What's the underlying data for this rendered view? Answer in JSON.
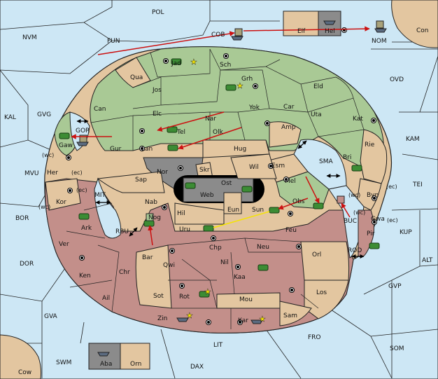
{
  "map": {
    "colors": {
      "sea": "#cde7f5",
      "green": "#a9c995",
      "tan": "#e3c6a0",
      "red": "#c38f8a",
      "gray": "#8b8b8b",
      "black": "#000000",
      "line": "#222222",
      "order_move": "#cc1111",
      "order_support": "#f5e400",
      "army": "#3c8c34",
      "fleet": "#5b6b80"
    },
    "sea_labels": {
      "pol": "POL",
      "nvm": "NVM",
      "fun": "FUN",
      "con": "Con",
      "ovd": "OVD",
      "kal": "KAL",
      "gvg": "GVG",
      "kam": "KAM",
      "mvu": "MVU",
      "tei": "TEI",
      "bor": "BOR",
      "kup": "KUP",
      "alt": "ALT",
      "dor": "DOR",
      "gvp": "GVP",
      "gva": "GVA",
      "fro": "FRO",
      "som": "SOM",
      "swm": "SWM",
      "lit": "LIT",
      "dax": "DAX",
      "cow": "Cow",
      "cob": "COB",
      "nom": "NOM",
      "gor": "GOR",
      "sma": "SMA",
      "mit": "MIT",
      "rbu": "RBU",
      "buc": "BUC",
      "rod": "ROD"
    },
    "land_labels": {
      "jad": "Jad",
      "sch": "Sch",
      "qua": "Qua",
      "jos": "Jos",
      "grh": "Grh",
      "eld": "Eld",
      "can": "Can",
      "yok": "Yok",
      "car": "Car",
      "uta": "Uta",
      "kat": "Kat",
      "elc": "Elc",
      "nar": "Nar",
      "tel": "Tel",
      "olk": "Olk",
      "amp": "Amp",
      "gaw": "Gaw",
      "gur": "Gur",
      "lan": "Lan",
      "hug": "Hug",
      "rie": "Rie",
      "bri": "Bri",
      "wil": "Wil",
      "esm": "Esm",
      "nor": "Nor",
      "skr": "Skr",
      "ost": "Ost",
      "web": "Web",
      "her": "Her",
      "sap": "Sap",
      "mel": "Mel",
      "byn": "Byn",
      "kor": "Kor",
      "nab": "Nab",
      "eun": "Eun",
      "obs": "Obs",
      "hil": "Hil",
      "sun": "Sun",
      "ark": "Ark",
      "nog": "Nog",
      "gwa": "Gwa",
      "uru": "Uru",
      "feu": "Feu",
      "pir": "Pir",
      "ver": "Ver",
      "chp": "Chp",
      "neu": "Neu",
      "bar": "Bar",
      "orl": "Orl",
      "qwi": "Qwi",
      "nil": "Nil",
      "ken": "Ken",
      "chr": "Chr",
      "kaa": "Kaa",
      "ail": "Ail",
      "sot": "Sot",
      "rot": "Rot",
      "mou": "Mou",
      "los": "Los",
      "sam": "Sam",
      "zin": "Zin",
      "kar": "Kar",
      "elf": "Elf",
      "hel": "Hel",
      "aba": "Aba",
      "orn": "Orn"
    },
    "coast_tags": {
      "wc1": "(wc)",
      "ec1": "(ec)",
      "ec2": "(ec)",
      "wc2": "(wc)",
      "ec3": "(ec)",
      "wc3": "(wc)",
      "wc4": "(wc)",
      "ec4": "(ec)"
    }
  }
}
